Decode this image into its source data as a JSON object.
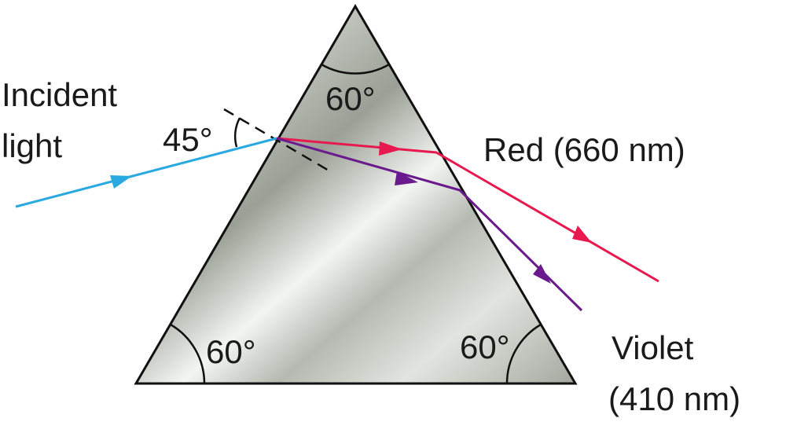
{
  "labels": {
    "top_angle": "60°",
    "left_angle": "60°",
    "right_angle": "60°",
    "incidence_angle": "45°",
    "incident_line1": "Incident",
    "incident_line2": "light",
    "red": "Red (660 nm)",
    "violet_line1": "Violet",
    "violet_line2": "(410 nm)"
  },
  "colors": {
    "incident_ray": "#29a9e0",
    "red_ray": "#e8194f",
    "violet_ray": "#6a1a8c",
    "prism_edge": "#111111"
  }
}
